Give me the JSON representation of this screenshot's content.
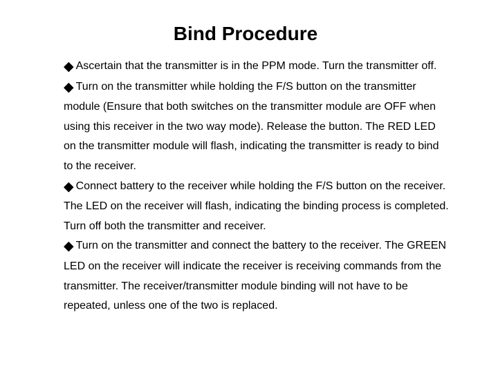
{
  "slide": {
    "title": "Bind Procedure",
    "bullet_marker": "◆",
    "bullets": [
      {
        "text": "Ascertain that the transmitter is in the PPM mode. Turn the transmitter off."
      },
      {
        "text": "Turn on the transmitter while holding the F/S button on the transmitter\nmodule (Ensure that both switches on the transmitter module are OFF when\nusing this receiver in the two way mode). Release the button. The RED LED\non the transmitter module will flash, indicating the transmitter is ready to bind\nto the receiver."
      },
      {
        "text": "Connect battery to the receiver while holding the F/S button on the receiver.\nThe LED on the receiver will flash, indicating the binding process is completed.\nTurn off both the transmitter and receiver."
      },
      {
        "text": "Turn on the transmitter and connect the battery to the receiver. The GREEN\nLED on the receiver will indicate the receiver is receiving commands from the\ntransmitter. The receiver/transmitter module binding will not have to be\nrepeated, unless one of the two is replaced."
      }
    ],
    "colors": {
      "background": "#ffffff",
      "text": "#000000"
    }
  }
}
